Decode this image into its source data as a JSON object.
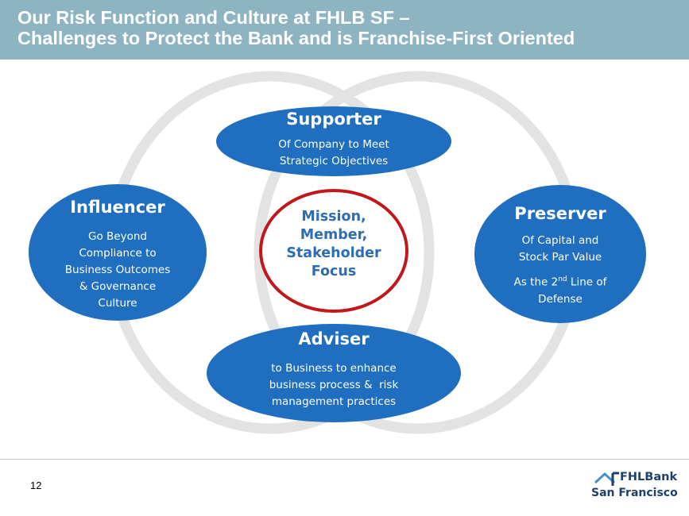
{
  "header": {
    "title_line1": "Our Risk Function and Culture at FHLB SF –",
    "title_line2": "Challenges to Protect the Bank and is Franchise-First Oriented"
  },
  "diagram": {
    "center": {
      "lines": [
        "Mission,",
        "Member,",
        "Stakeholder",
        "Focus"
      ]
    },
    "roles": [
      {
        "id": "supporter",
        "title": "Supporter",
        "body": [
          "Of Company to Meet",
          "Strategic Objectives"
        ]
      },
      {
        "id": "influencer",
        "title": "Influencer",
        "body": [
          "Go Beyond",
          "Compliance to",
          "Business Outcomes",
          "& Governance",
          "Culture"
        ]
      },
      {
        "id": "preserver",
        "title": "Preserver",
        "body": [
          "Of Capital and",
          "Stock Par Value"
        ],
        "body2_prefix": "As the 2",
        "body2_sup": "nd",
        "body2_suffix": " Line of",
        "body3": "Defense"
      },
      {
        "id": "adviser",
        "title": "Adviser",
        "body": [
          "to Business to enhance",
          "business process &  risk",
          "management practices"
        ]
      }
    ]
  },
  "footer": {
    "page_number": "12",
    "logo_top": "FHLBank",
    "logo_bottom": "San Francisco"
  },
  "colors": {
    "title_bar": "#8eb4c2",
    "oval_fill": "#1f6ebf",
    "center_ring": "#c0181c",
    "center_text": "#2e6db4",
    "ring_gray": "#e3e3e3"
  }
}
